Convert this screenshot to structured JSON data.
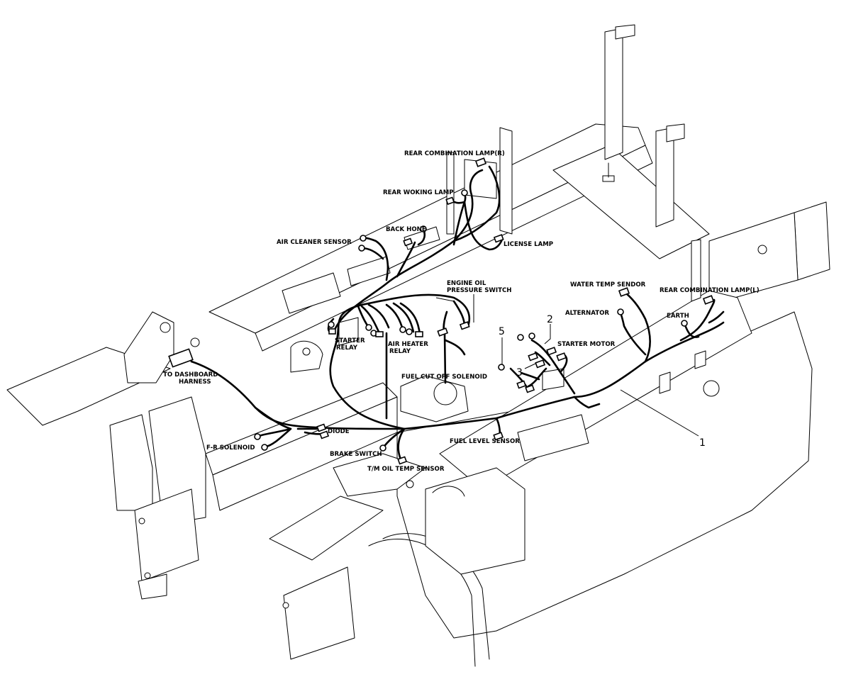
{
  "labels": {
    "rear_combination_lamp_r": "REAR COMBINATION LAMP(R)",
    "rear_working_lamp": "REAR WOKING LAMP",
    "back_horn": "BACK HONE",
    "air_cleaner_sensor": "AIR CLEANER SENSOR",
    "license_lamp": "LICENSE LAMP",
    "engine_oil_1": "ENGINE OIL",
    "engine_oil_2": "PRESSURE SWITCH",
    "water_temp_sensor": "WATER TEMP SENDOR",
    "rear_combination_lamp_l": "REAR COMBINATION LAMP(L)",
    "alternator": "ALTERNATOR",
    "earth": "EARTH",
    "starter_motor": "STARTER MOTOR",
    "starter_relay_1": "STARTER",
    "starter_relay_2": "RELAY",
    "air_heater_1": "AIR HEATER",
    "air_heater_2": "RELAY",
    "to_dashboard_1": "TO DASHBOARD",
    "to_dashboard_2": "HARNESS",
    "fuel_cut_off_solenoid": "FUEL CUT OFF SOLENOID",
    "diode": "DIODE",
    "fr_solenoid": "F-R SOLENOID",
    "brake_switch": "BRAKE SWITCH",
    "tm_oil_temp_sensor": "T/M OIL TEMP SENSOR",
    "fuel_level_sensor": "FUEL LEVEL SENSOR"
  },
  "callouts": {
    "main_harness": "1",
    "item_2": "2",
    "item_3": "3",
    "item_5": "5"
  }
}
